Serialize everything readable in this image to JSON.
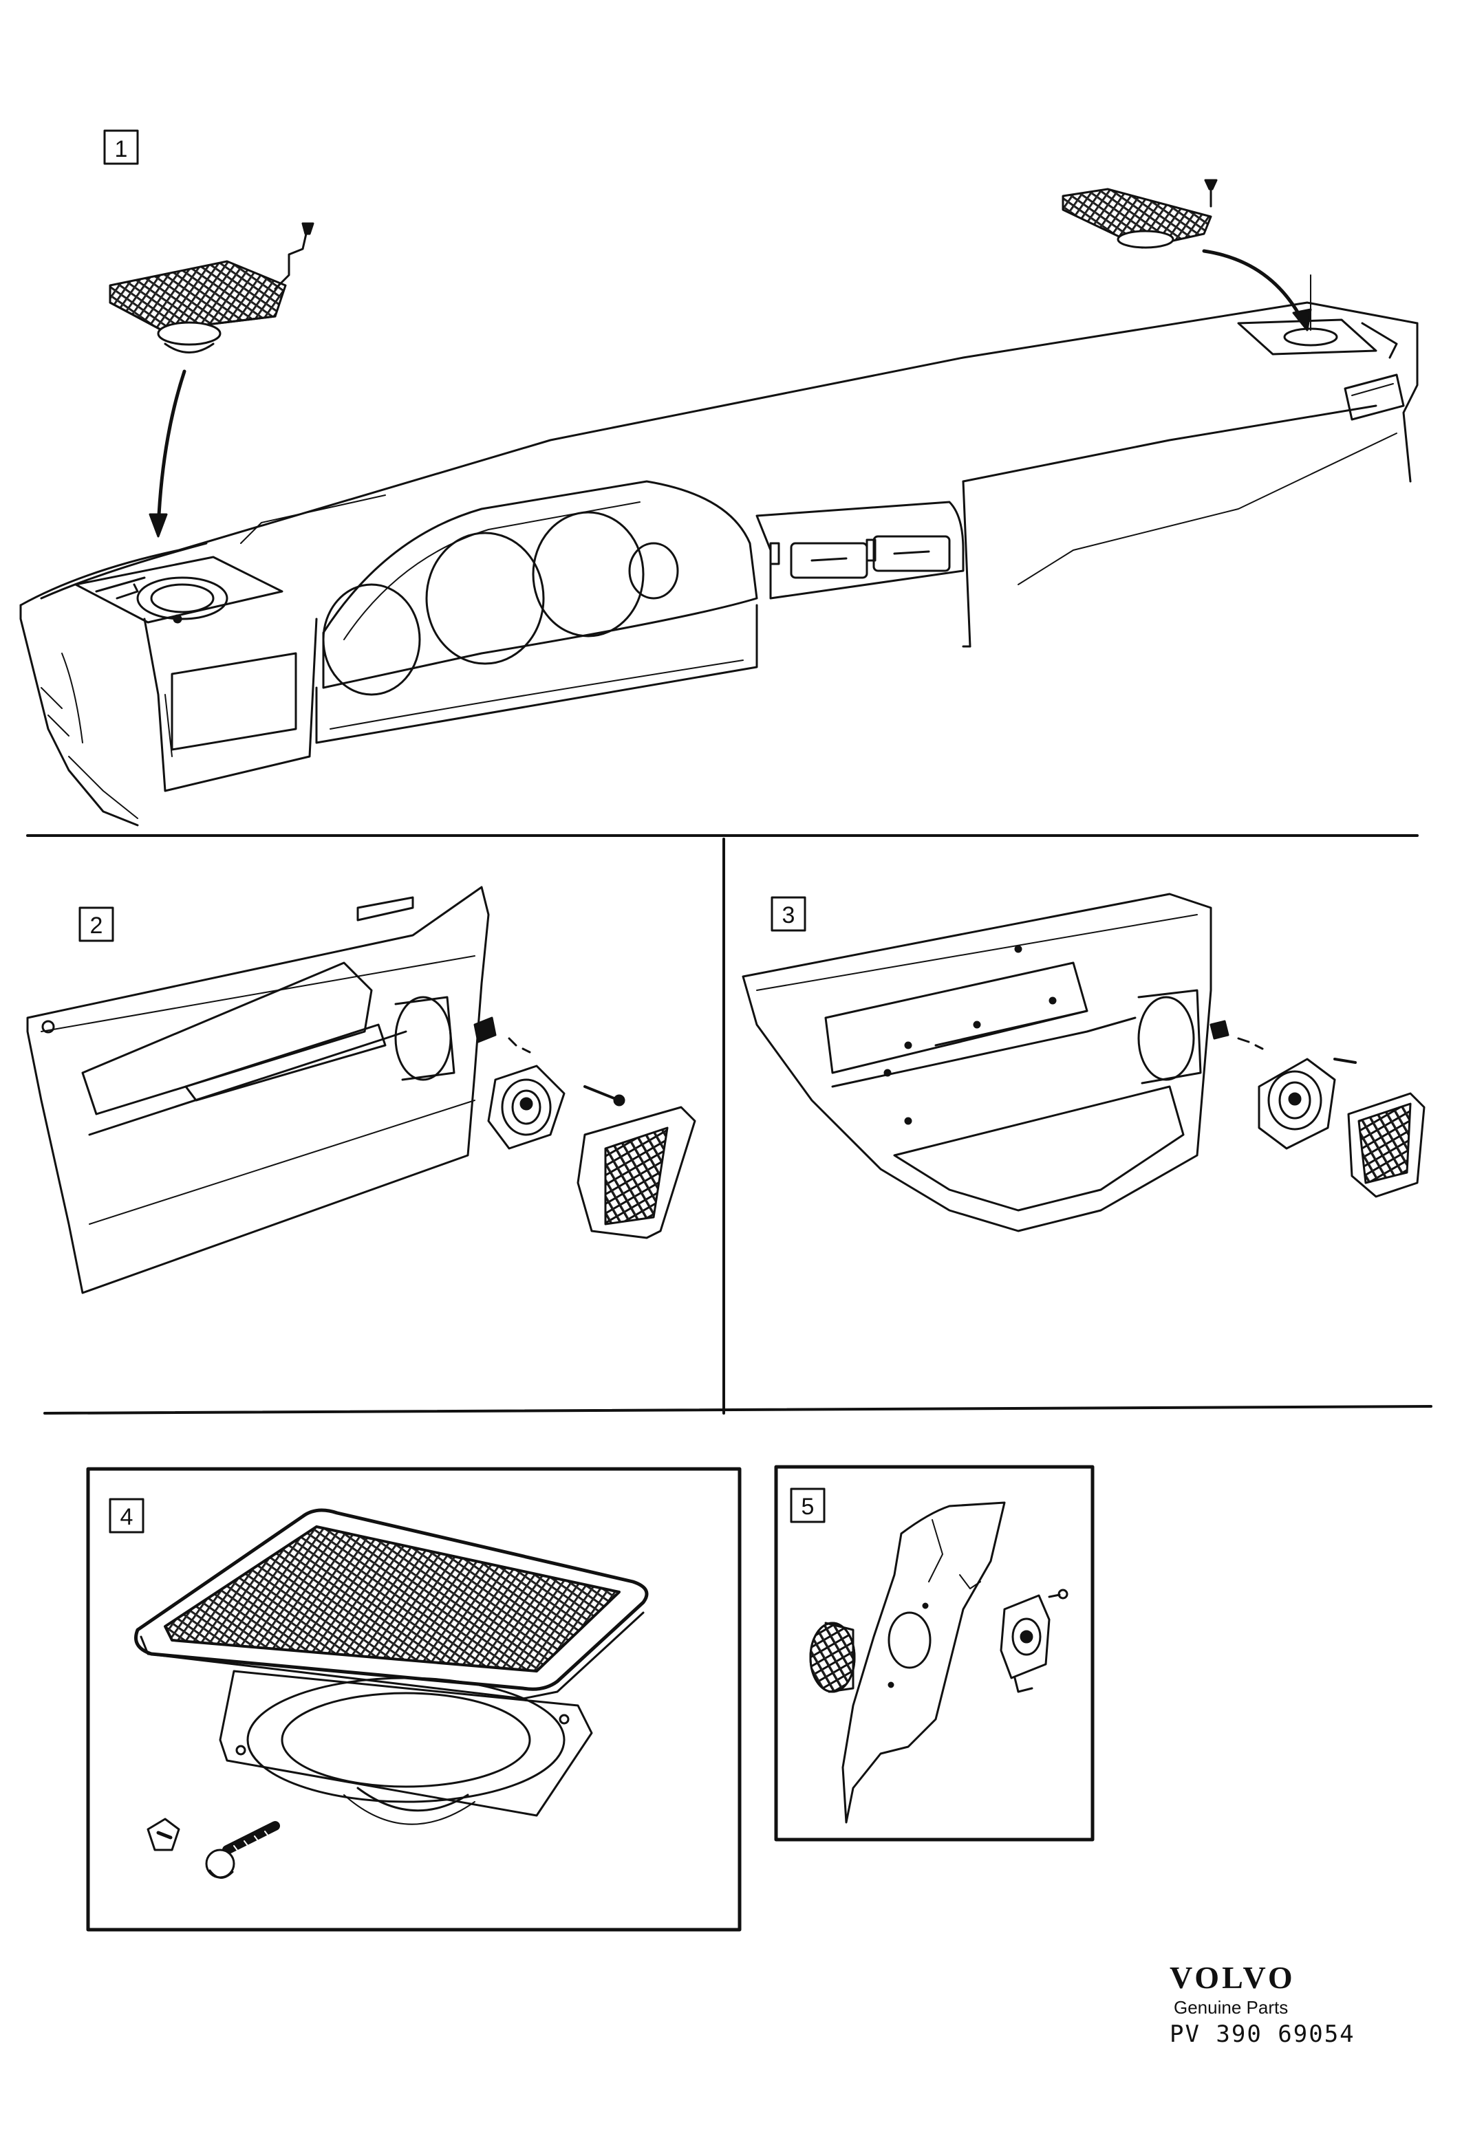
{
  "panels": [
    {
      "label": "1"
    },
    {
      "label": "2"
    },
    {
      "label": "3"
    },
    {
      "label": "4"
    },
    {
      "label": "5"
    }
  ],
  "brand": {
    "name": "VOLVO",
    "subtitle": "Genuine Parts",
    "code": "PV 390 69054"
  },
  "colors": {
    "ink": "#111111",
    "paper": "#ffffff",
    "hatch": "#333333"
  }
}
